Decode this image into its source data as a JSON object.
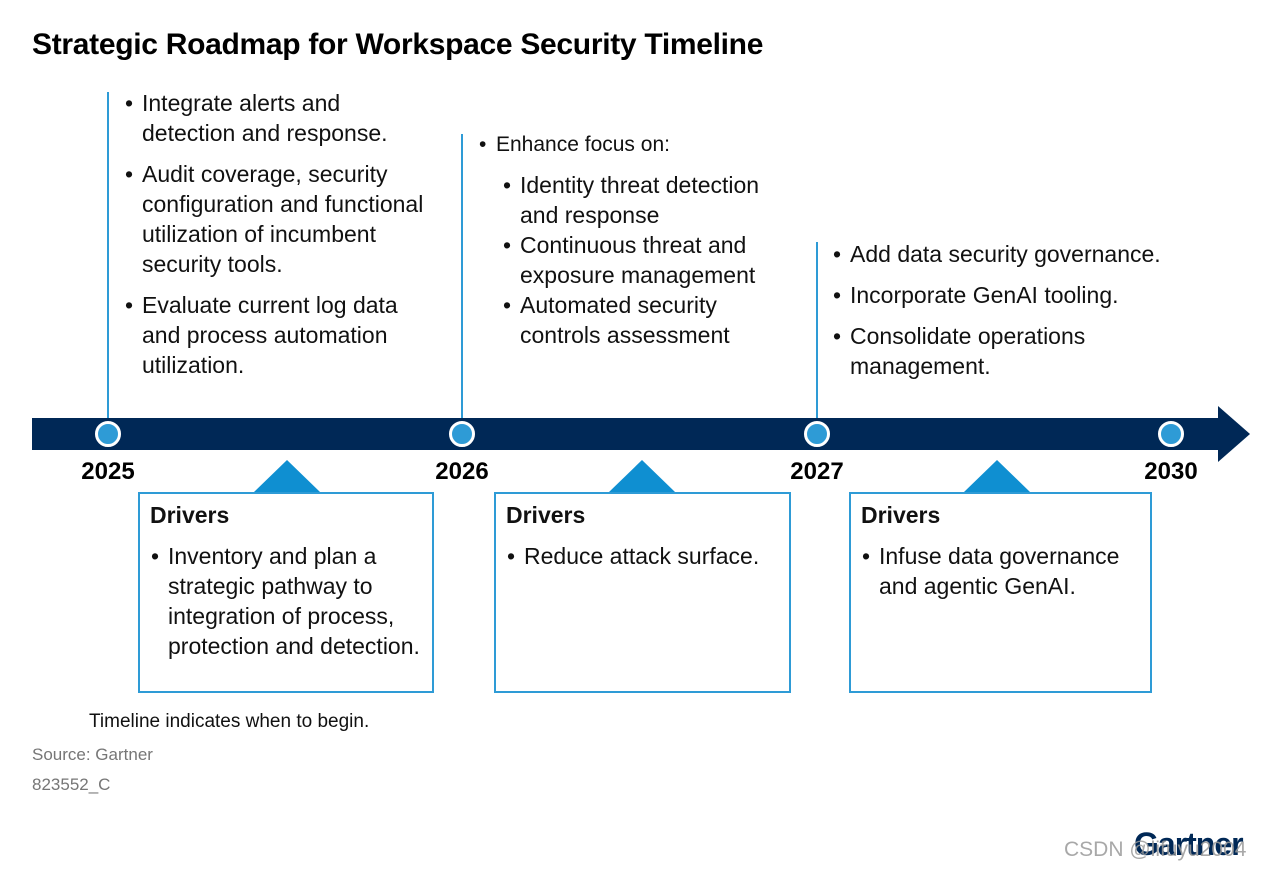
{
  "title": "Strategic Roadmap for Workspace Security Timeline",
  "milestones": [
    {
      "year": "2025",
      "actions": [
        "Integrate alerts and detection and response.",
        "Audit coverage, security configuration and functional utilization of incumbent security tools.",
        "Evaluate current log data and process automation utilization."
      ]
    },
    {
      "year": "2026",
      "lead": "Enhance focus on:",
      "actions": [
        "Identity threat detection and response",
        "Continuous threat and exposure management",
        "Automated security controls assessment"
      ]
    },
    {
      "year": "2027",
      "actions": [
        "Add data security governance.",
        "Incorporate GenAI tooling.",
        "Consolidate operations management."
      ]
    },
    {
      "year": "2030"
    }
  ],
  "drivers": [
    {
      "title": "Drivers",
      "items": [
        "Inventory and plan a strategic pathway to integration of process, protection and detection."
      ]
    },
    {
      "title": "Drivers",
      "items": [
        "Reduce attack surface."
      ]
    },
    {
      "title": "Drivers",
      "items": [
        "Infuse data governance and agentic GenAI."
      ]
    }
  ],
  "footer": {
    "note": "Timeline indicates when to begin.",
    "source": "Source: Gartner",
    "doc_id": "823552_C",
    "logo": "Gartner",
    "watermark": "CSDN @lifuyu2004"
  },
  "colors": {
    "timeline": "#002856",
    "accent": "#2e9bd6",
    "triangle": "#0f8fd1"
  }
}
